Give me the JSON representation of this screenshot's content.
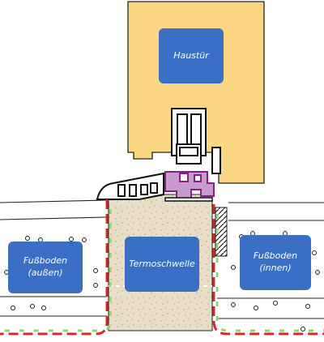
{
  "labels": {
    "door": "Haustür",
    "outside_line1": "Fußboden",
    "outside_line2": "(außen)",
    "threshold": "Termoschwelle",
    "inside_line1": "Fußboden",
    "inside_line2": "(innen)"
  },
  "colors": {
    "door_fill": "#fad582",
    "label_box": "#3a6fc5",
    "threshold_fill": "#e7dcc2",
    "seal_red": "#d62828",
    "seal_green": "#8fd66b",
    "profile_purple": "#a8389c",
    "outline": "#222222"
  }
}
